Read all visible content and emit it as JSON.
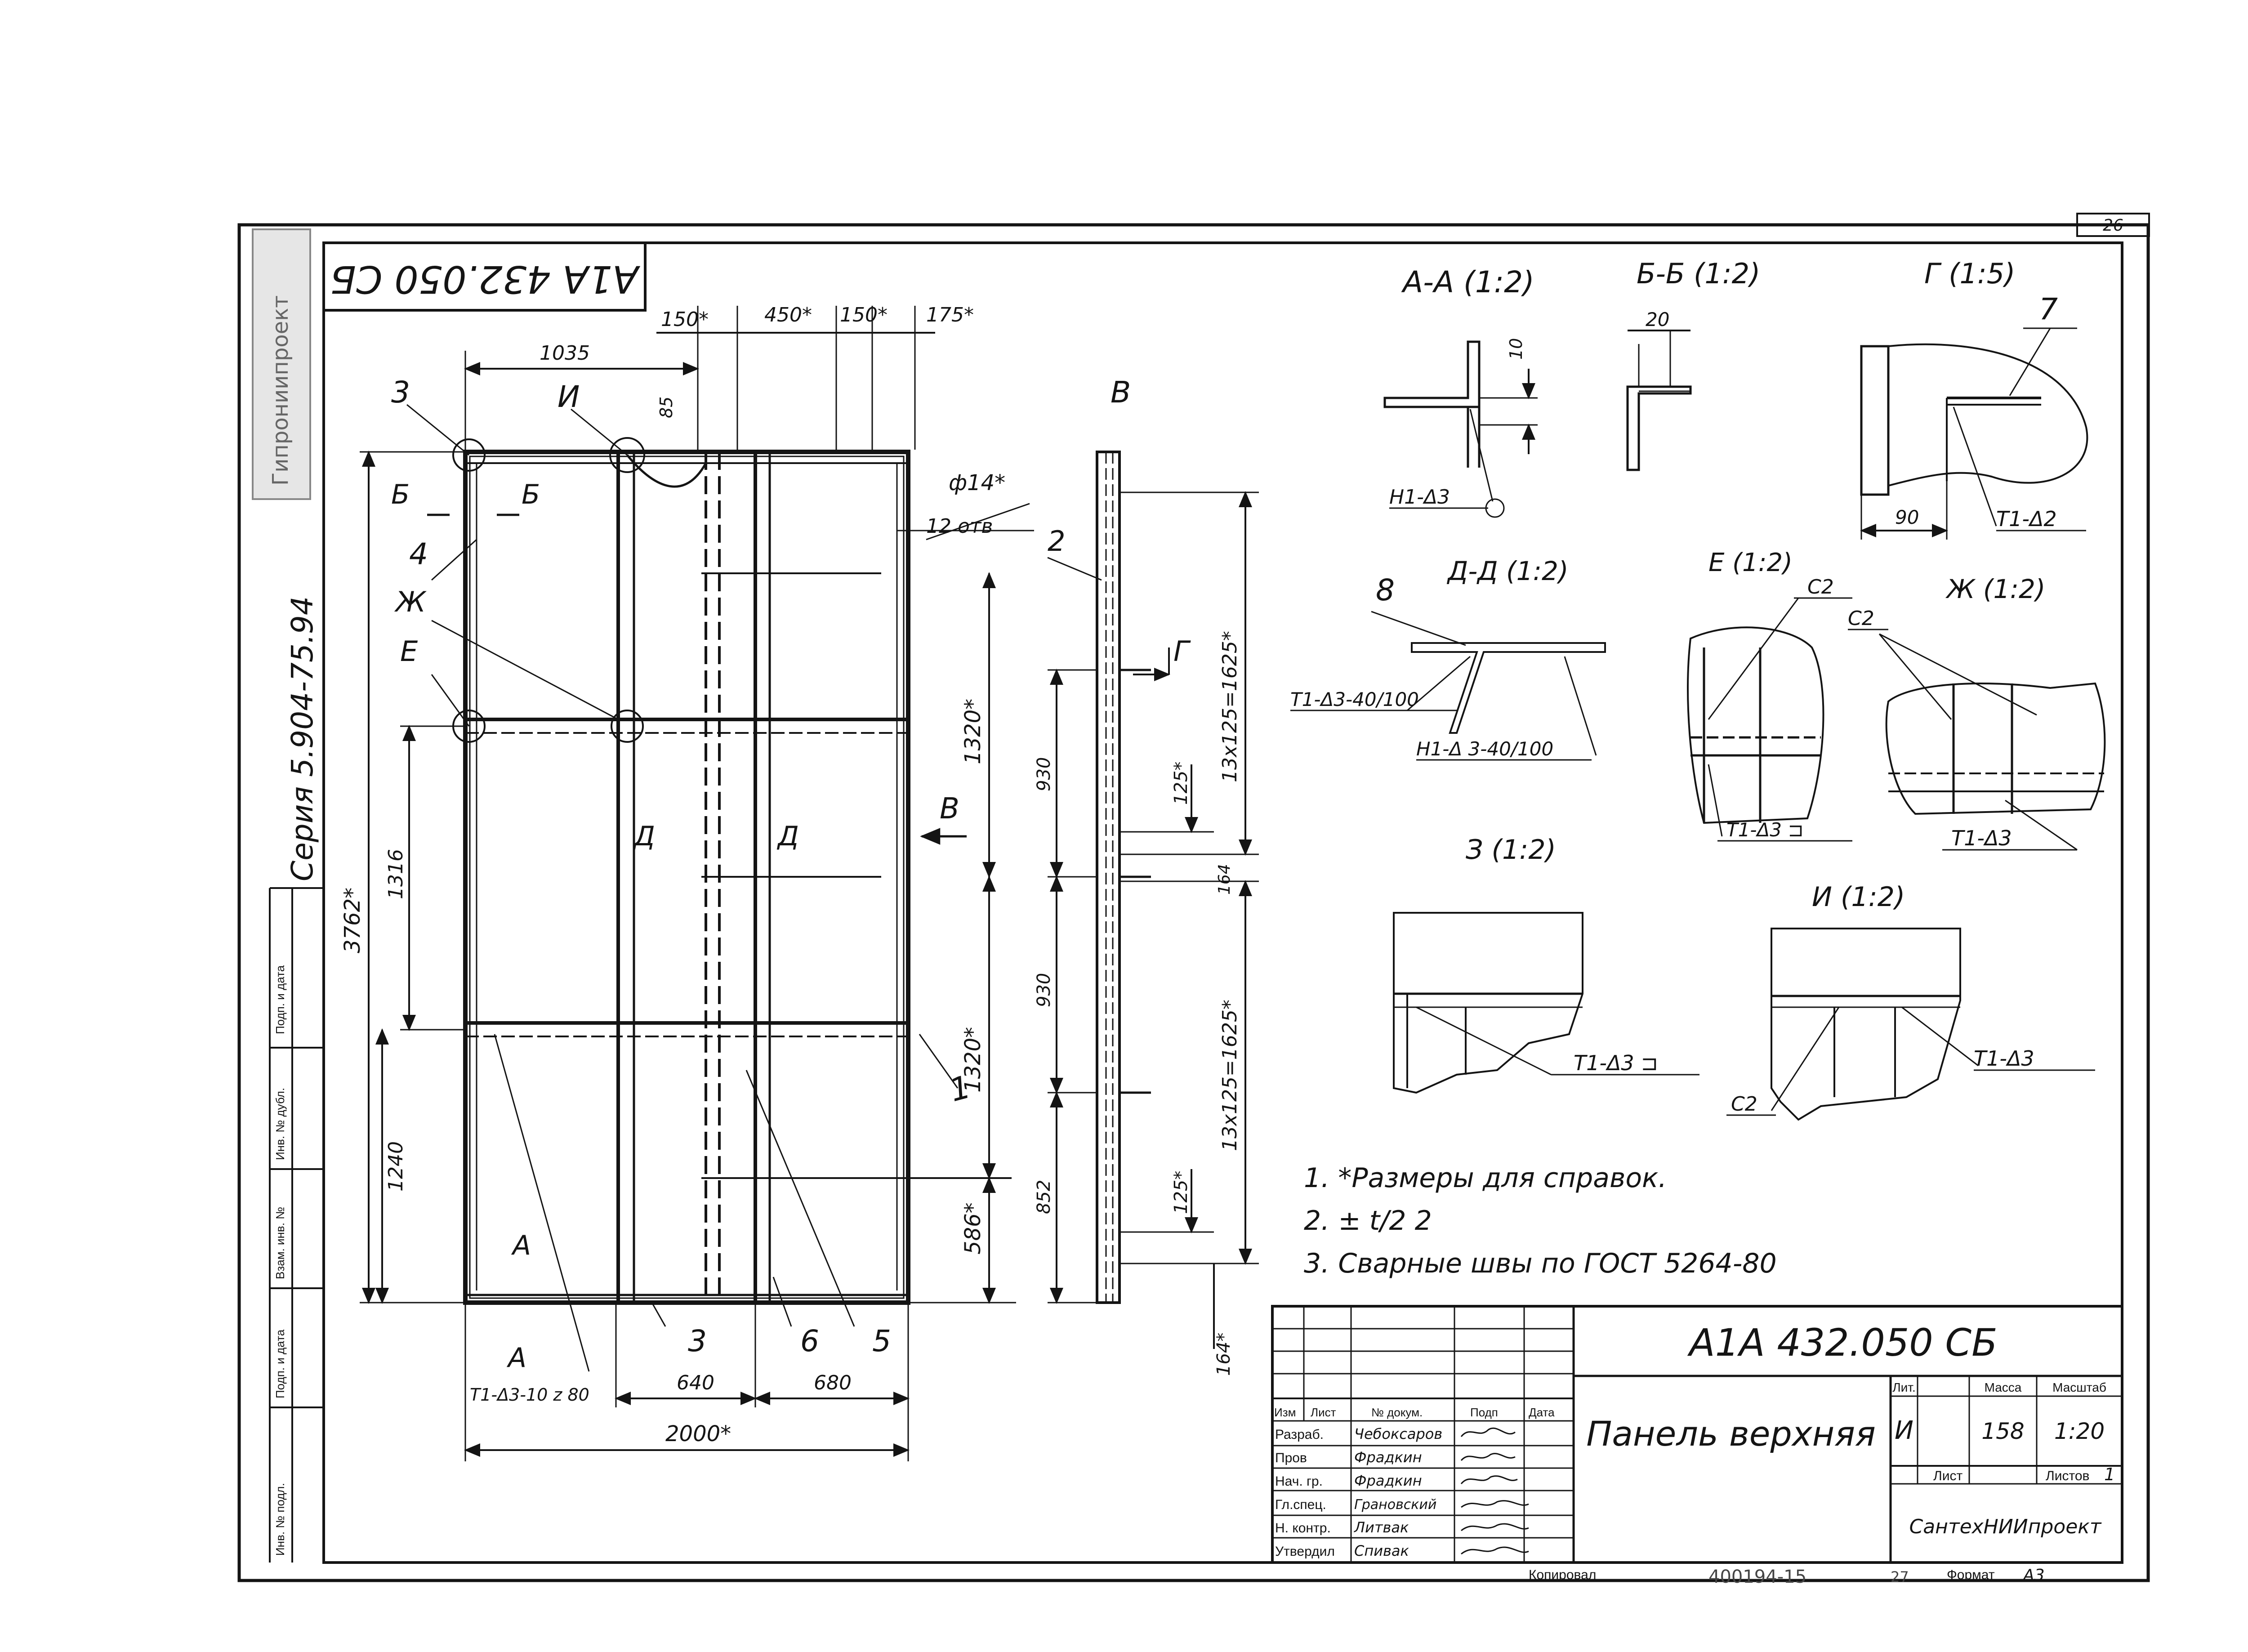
{
  "sheet": {
    "number": "26",
    "series": "Серия 5.904-75.94",
    "stamp": "Гипрониипроект",
    "designation_rotated": "A1A 432.050 СБ",
    "copied_by": "Копировал",
    "archive_number": "400194-15",
    "sheet_in_archive": "27",
    "format_label": "Формат",
    "format": "А3"
  },
  "left_strip": {
    "fields": [
      "Подп. и дата",
      "Инв. № дубл.",
      "Взам. инв. №",
      "Подп. и дата",
      "Инв. № подл."
    ]
  },
  "main_view": {
    "dims": {
      "d150a": "150*",
      "d450": "450*",
      "d150b": "150*",
      "d175": "175*",
      "d1035": "1035",
      "d85": "85",
      "d3762": "3762*",
      "d1316": "1316",
      "d1240": "1240",
      "d1320a": "1320*",
      "d1320b": "1320*",
      "d586": "586*",
      "d640": "640",
      "d680": "680",
      "d2000": "2000*",
      "hole": "ф14*",
      "holes_count": "12 отв",
      "weld_bottom": "Т1-Δ3-10 z 80"
    },
    "callouts": {
      "c3a": "3",
      "cI": "И",
      "cB": "Б",
      "cB2": "Б",
      "c4": "4",
      "cZh": "Ж",
      "cE": "Е",
      "cD1": "Д",
      "cD2": "Д",
      "cA1": "А",
      "cA2": "А",
      "c1": "1",
      "c3b": "3",
      "c6": "6",
      "c5": "5",
      "cV": "В"
    }
  },
  "side_view": {
    "title": "В",
    "dims": {
      "d930a": "930",
      "d125a": "125*",
      "d13x125a": "13x125=1625*",
      "d164a": "164",
      "d930b": "930",
      "d13x125b": "13x125=1625*",
      "d852": "852",
      "d125b": "125*",
      "d164b": "164*"
    },
    "callouts": {
      "c2": "2",
      "cG": "Г"
    }
  },
  "details": {
    "aa": {
      "title": "А-А (1:2)",
      "dim": "10",
      "weld": "Н1-Δ3"
    },
    "bb": {
      "title": "Б-Б (1:2)",
      "dim": "20"
    },
    "g": {
      "title": "Г (1:5)",
      "callout": "7",
      "dim": "90",
      "weld": "Т1-Δ2"
    },
    "dd": {
      "title": "Д-Д (1:2)",
      "callout": "8",
      "weld_top": "Т1-Δ3-40/100",
      "weld_bottom": "Н1-Δ 3-40/100"
    },
    "e": {
      "title": "Е (1:2)",
      "label": "С2",
      "weld": "Т1-Δ3 ⊐"
    },
    "zh": {
      "title": "Ж (1:2)",
      "label": "С2",
      "weld": "Т1-Δ3"
    },
    "z": {
      "title": "З (1:2)",
      "weld": "Т1-Δ3 ⊐"
    },
    "i": {
      "title": "И (1:2)",
      "label": "С2",
      "weld": "Т1-Δ3"
    }
  },
  "notes": [
    "1. *Размеры для справок.",
    "2. ± t/2 2",
    "3. Сварные швы по ГОСТ 5264-80"
  ],
  "title_block": {
    "designation": "A1A 432.050 СБ",
    "name": "Панель верхняя",
    "headers": {
      "izm": "Изм",
      "list": "Лист",
      "doc": "№ докум.",
      "sign": "Подп",
      "date": "Дата"
    },
    "roles": [
      {
        "role": "Разраб.",
        "name": "Чебоксаров"
      },
      {
        "role": "Пров",
        "name": "Фрадкин"
      },
      {
        "role": "Нач. гр.",
        "name": "Фрадкин"
      },
      {
        "role": "Гл.спец.",
        "name": "Грановский"
      },
      {
        "role": "Н. контр.",
        "name": "Литвак"
      },
      {
        "role": "Утвердил",
        "name": "Спивак"
      }
    ],
    "lit_label": "Лит.",
    "mass_label": "Масса",
    "scale_label": "Масштаб",
    "lit": "И",
    "mass": "158",
    "scale": "1:20",
    "sheet_label": "Лист",
    "sheets_label": "Листов",
    "sheets": "1",
    "organization": "СантехНИИпроект"
  }
}
